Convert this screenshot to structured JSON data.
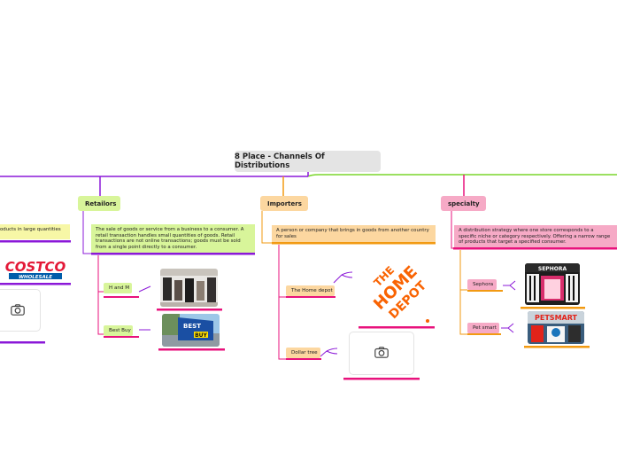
{
  "title": "8 Place - Channels Of Distributions",
  "colors": {
    "purple": "#8b18d8",
    "magenta": "#e8127c",
    "orange": "#f29a12",
    "green": "#7ad62b",
    "retailers_bg": "#d8f59a",
    "importers_bg": "#fcd7a0",
    "specialty_bg": "#f6aac6",
    "wholesale_bg": "#f7f7a6"
  },
  "branches": {
    "wholesale": {
      "description": "oducts in large quantities",
      "image_label": "COSTCO WHOLESALE"
    },
    "retailers": {
      "label": "Retailors",
      "description": "The sale of goods or service from a business to a consumer. A retail transaction handles small quantities of goods. Retail transactions are not online transactions; goods must be sold from a single point directly to a consumer.",
      "items": [
        {
          "label": "H and M"
        },
        {
          "label": "Best Buy",
          "image_label": "BEST BUY"
        }
      ]
    },
    "importers": {
      "label": "Importers",
      "description": "A person or company that brings in goods from another country for sales",
      "items": [
        {
          "label": "The Home depot",
          "image_label": "THE HOME DEPOT"
        },
        {
          "label": "Dollar tree"
        }
      ]
    },
    "specialty": {
      "label": "specialty",
      "description": "A distribution strategy where one store corresponds to a specific niche or category respectively. Offering a narrow range of products that target a specified consumer.",
      "items": [
        {
          "label": "Sephora",
          "image_label": "SEPHORA"
        },
        {
          "label": "Pet smart",
          "image_label": "PETSMART"
        }
      ]
    }
  }
}
